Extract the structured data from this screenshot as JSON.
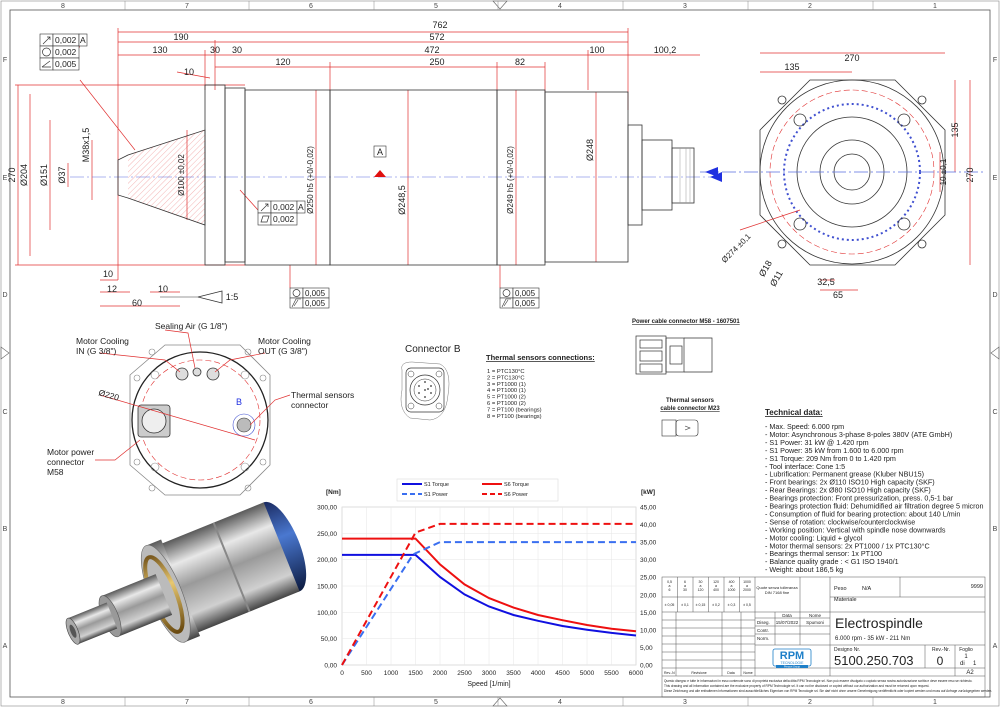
{
  "frame": {
    "columns": [
      "8",
      "7",
      "6",
      "5",
      "4",
      "3",
      "2",
      "1"
    ],
    "rows": [
      "F",
      "E",
      "D",
      "C",
      "B",
      "A"
    ]
  },
  "side_view": {
    "dims_horizontal": {
      "overall": "762",
      "front": "190",
      "rear": "572",
      "nose": "130",
      "step1": "30",
      "step2": "30",
      "body": "472",
      "rear_cap": "100",
      "connector": "100,2",
      "seg1": "120",
      "seg2": "250",
      "seg3": "82",
      "shoulder": "10"
    },
    "dims_vertical": {
      "height": "270",
      "d204": "Ø204",
      "d151": "Ø151",
      "d37": "Ø37",
      "thread": "M38x1,5",
      "d100": "Ø100 ±0,02",
      "d250": "Ø250 h5 (+0/-0,02)",
      "d248_5": "Ø248,5",
      "d249": "Ø249 h5 (+0/-0,02)",
      "d248": "Ø248"
    },
    "dims_bottom": {
      "a": "10",
      "b": "12",
      "c": "10",
      "d": "60",
      "taper": "1:5"
    },
    "datum": "A",
    "gdt_nose": [
      {
        "symbol": "runout",
        "value": "0,002",
        "datum": "A"
      },
      {
        "symbol": "circularity",
        "value": "0,002",
        "datum": ""
      },
      {
        "symbol": "angularity",
        "value": "0,005",
        "datum": ""
      }
    ],
    "gdt_flange": [
      {
        "symbol": "runout",
        "value": "0,002",
        "datum": "A"
      },
      {
        "symbol": "flatness",
        "value": "0,002",
        "datum": ""
      }
    ],
    "gdt_front": [
      {
        "symbol": "circularity",
        "value": "0,005"
      },
      {
        "symbol": "cylindricity",
        "value": "0,005"
      }
    ],
    "gdt_rear": [
      {
        "symbol": "circularity",
        "value": "0,005"
      },
      {
        "symbol": "cylindricity",
        "value": "0,005"
      }
    ]
  },
  "end_view": {
    "width": "270",
    "half_width": "135",
    "half_height": "135",
    "offset": "10 ±0,1",
    "height": "270",
    "bolt_circle": "Ø274 ±0,1",
    "hole_large": "Ø18",
    "hole_small": "Ø11",
    "slot_pos": "32,5",
    "slot_width": "65"
  },
  "rear_view": {
    "sealing_air": "Sealing Air (G 1/8\")",
    "cooling_in": [
      "Motor Cooling",
      "IN (G 3/8\")"
    ],
    "cooling_out": [
      "Motor Cooling",
      "OUT (G 3/8\")"
    ],
    "diameter": "Ø220",
    "marker_b": "B",
    "thermal_connector": [
      "Thermal sensors",
      "connector"
    ],
    "power_connector": [
      "Motor power",
      "connector",
      "M58"
    ]
  },
  "connector_b": {
    "title": "Connector B",
    "list_title": "Thermal sensors connections:",
    "pins": [
      "1 = PTC130°C",
      "2 = PTC130°C",
      "3 = PT1000 (1)",
      "4 = PT1000 (1)",
      "5 = PT1000 (2)",
      "6 = PT1000 (2)",
      "7 = PT100 (bearings)",
      "8 = PT100 (bearings)"
    ]
  },
  "cables": {
    "power": "Power cable connector M58 - 1607501",
    "thermal": [
      "Thermal sensors",
      "cable connector M23"
    ]
  },
  "technical_data": {
    "title": "Technical data:",
    "lines": [
      "- Max. Speed: 6.000 rpm",
      "- Motor: Asynchronous 3-phase 8-poles 380V (ATE GmbH)",
      "- S1 Power: 31 kW @ 1.420 rpm",
      "- S1 Power: 35 kW from 1.600 to 6.000 rpm",
      "- S1 Torque: 209 Nm from 0 to 1.420 rpm",
      "- Tool interface: Cone 1:5",
      "- Lubrification: Permanent grease (Kluber NBU15)",
      "- Front bearings: 2x Ø110 ISO10 High capacity (SKF)",
      "- Rear Bearings: 2x Ø80 ISO10 High capacity (SKF)",
      "- Bearings protection: Front pressurization, press. 0,5-1 bar",
      "- Bearings protection fluid: Dehumidified air filtration degree 5 micron",
      "- Consumption of fluid for bearing protection: about 140 L/min",
      "- Sense of rotation: clockwise/counterclockwise",
      "- Working position: Vertical with spindle nose downwards",
      "- Motor cooling: Liquid + glycol",
      "- Motor thermal sensors:  2x PT1000 / 1x PTC130°C",
      "- Bearings thermal sensor: 1x PT100",
      "- Balance quality grade : < G1 ISO 1940/1",
      "- Weight: about 186,5 kg"
    ]
  },
  "chart_data": {
    "type": "line",
    "xlabel": "Speed [1/min]",
    "ylabel": "[Nm]",
    "y2label": "[kW]",
    "xlim": [
      0,
      6000
    ],
    "ylim": [
      0,
      300
    ],
    "y2lim": [
      0,
      45
    ],
    "grid": true,
    "legend_position": "top",
    "x_ticks": [
      "0",
      "500",
      "1000",
      "1500",
      "2000",
      "2500",
      "3000",
      "3500",
      "4000",
      "4500",
      "5000",
      "5500",
      "6000"
    ],
    "y_ticks": [
      "0,00",
      "50,00",
      "100,00",
      "150,00",
      "200,00",
      "250,00",
      "300,00"
    ],
    "y2_ticks": [
      "0,00",
      "5,00",
      "10,00",
      "15,00",
      "20,00",
      "25,00",
      "30,00",
      "35,00",
      "40,00",
      "45,00"
    ],
    "series": [
      {
        "name": "S1 Torque",
        "axis": "left",
        "color": "#1010e0",
        "dash": false,
        "x": [
          0,
          1500,
          2000,
          2500,
          3000,
          3500,
          4000,
          4500,
          5000,
          5500,
          6000
        ],
        "y": [
          209,
          209,
          167,
          134,
          111,
          95,
          84,
          74,
          67,
          61,
          56
        ]
      },
      {
        "name": "S6 Torque",
        "axis": "left",
        "color": "#ee1010",
        "dash": false,
        "x": [
          0,
          1500,
          2000,
          2500,
          3000,
          3500,
          4000,
          4500,
          5000,
          5500,
          6000
        ],
        "y": [
          240,
          240,
          191,
          153,
          127,
          109,
          95,
          85,
          76,
          69,
          64
        ]
      },
      {
        "name": "S1 Power",
        "axis": "right",
        "color": "#3a6ff0",
        "dash": true,
        "x": [
          0,
          1450,
          2000,
          6000
        ],
        "y": [
          0,
          31.5,
          35,
          35
        ]
      },
      {
        "name": "S6 Power",
        "axis": "right",
        "color": "#ee1010",
        "dash": true,
        "x": [
          0,
          1500,
          2000,
          6000
        ],
        "y": [
          0,
          37.7,
          40.2,
          40.2
        ]
      }
    ]
  },
  "title_block": {
    "tolerance_ranges": [
      [
        "0,5",
        "a",
        "6"
      ],
      [
        "6",
        "a",
        "30"
      ],
      [
        "30",
        "a",
        "120"
      ],
      [
        "120",
        "a",
        "400"
      ],
      [
        "400",
        "a",
        "1000"
      ],
      [
        "1000",
        "a",
        "2000"
      ]
    ],
    "tolerance_values": [
      "± 0,05",
      "± 0,1",
      "± 0,15",
      "± 0,2",
      "± 0,3",
      "± 0,5"
    ],
    "general_tolerance": [
      "Quote senza tolleranza",
      "DIN 7168 fine"
    ],
    "weight_label": "Peso",
    "weight": "N/A",
    "code": "9999",
    "material_label": "Materiale",
    "date_header": "Data",
    "name_header": "Nome",
    "drawn_label": "Diseg.",
    "drawn_date": "15/07/2022",
    "drawn_name": "Spumoni",
    "checked_label": "Contr.",
    "norm_label": "Norm.",
    "title": "Electrospindle",
    "subtitle": "6.000 rpm - 35 kW - 211 Nm",
    "drawing_no_label": "Designo Nr.",
    "drawing_no": "5100.250.703",
    "rev_label": "Rev.-Nr.",
    "rev": "0",
    "sheet_label": "Foglio",
    "sheet": "1",
    "of_label": "di",
    "sheets": "1",
    "format": "A2",
    "rev_cols": [
      "Rev.-N",
      "Revisione",
      "Data",
      "Nome"
    ],
    "logo": {
      "main": "RPM",
      "sub": "TECNOLOGIE",
      "group": "Peruzzi Group",
      "color": "#1e7fc8"
    },
    "disclaimer": [
      "Questo disegno e tutte le informazioni in esso contenute sono di proprietà esclusiva della ditta RPM Tecnologie srl. Non può essere divulgato o copiato senza nostra autorizzazione scritta e deve essere reso se richiesto.",
      "This drawing and all information contained are the exclusive property of RPM Technologie srl. It can not be disclosed or copied without our authorization and must be returned upon request.",
      "Diese Zeichnung und alle enthaltenen Informationen sind ausschließliches Eigentum von RPM Tecnologie srl. Sie darf nicht ohne unsere Genehmigung veröffentlicht oder kopiert werden und muss auf Anfrage zurückgegeben werden."
    ]
  }
}
